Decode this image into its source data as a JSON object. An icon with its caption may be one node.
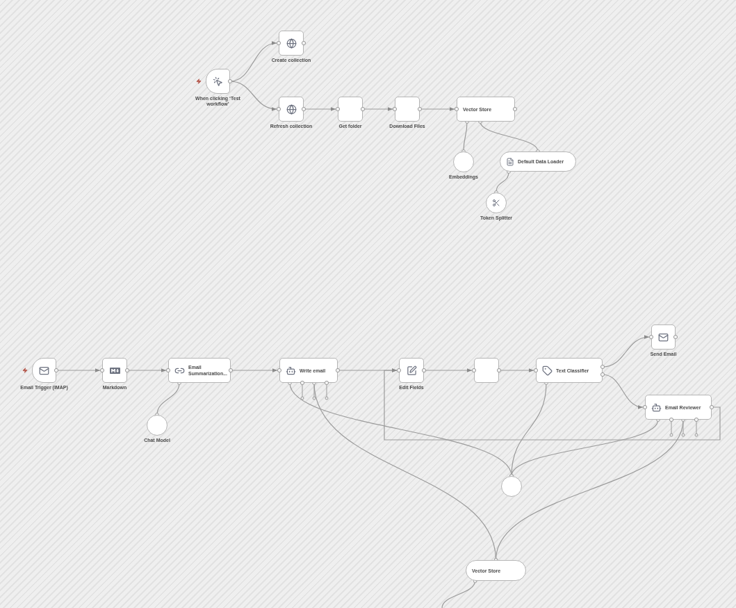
{
  "diagram": {
    "nodes": [
      {
        "text": [
          "When clicking ‘Test workflow’"
        ]
      },
      {
        "text": [
          "Create collection"
        ]
      },
      {
        "text": [
          "Refresh collection"
        ]
      },
      {
        "text": [
          "Get folder"
        ]
      },
      {
        "text": [
          "Download Files"
        ]
      },
      {
        "text": [
          "Vector Store"
        ]
      },
      {
        "text": [
          "Embeddings"
        ]
      },
      {
        "text": [
          "Default Data Loader"
        ]
      },
      {
        "text": [
          "Token Splitter"
        ]
      },
      {
        "text": [
          "Email Trigger (IMAP)"
        ]
      },
      {
        "text": [
          "Markdown"
        ]
      },
      {
        "text": [
          "Email Summarization..."
        ]
      },
      {
        "text": [
          "Chat Model"
        ]
      },
      {
        "text": [
          "Write email"
        ]
      },
      {
        "text": [
          "Edit Fields"
        ]
      },
      {
        "text": [],
        "shape": "box"
      },
      {
        "text": [
          "Text Classifier"
        ]
      },
      {
        "text": [
          "Send Email"
        ]
      },
      {
        "text": [
          "Email Reviewer"
        ]
      },
      {
        "text": [],
        "shape": "circle"
      },
      {
        "text": [
          "Vector Store"
        ]
      }
    ],
    "edges": [
      {
        "from": 0,
        "to": 1,
        "arrow": "to"
      },
      {
        "from": 0,
        "to": 2,
        "arrow": "to"
      },
      {
        "from": 2,
        "to": 3,
        "arrow": "to"
      },
      {
        "from": 3,
        "to": 4,
        "arrow": "to"
      },
      {
        "from": 4,
        "to": 5,
        "arrow": "to"
      },
      {
        "from": 6,
        "to": 5,
        "arrow": "other"
      },
      {
        "from": 7,
        "to": 5,
        "arrow": "other"
      },
      {
        "from": 8,
        "to": 7,
        "arrow": "other"
      },
      {
        "from": 9,
        "to": 10,
        "arrow": "to"
      },
      {
        "from": 10,
        "to": 11,
        "arrow": "to"
      },
      {
        "from": 11,
        "to": 13,
        "arrow": "to"
      },
      {
        "from": 13,
        "to": 14,
        "arrow": "to"
      },
      {
        "from": 14,
        "to": 15,
        "arrow": "to"
      },
      {
        "from": 15,
        "to": 16,
        "arrow": "to"
      },
      {
        "from": 16,
        "to": 17,
        "arrow": "to"
      },
      {
        "from": 16,
        "to": 18,
        "arrow": "to"
      },
      {
        "from": 18,
        "to": 14,
        "arrow": "to"
      },
      {
        "from": 12,
        "to": 11,
        "arrow": "other"
      },
      {
        "from": 19,
        "to": 13,
        "arrow": "other"
      },
      {
        "from": 19,
        "to": 16,
        "arrow": "other"
      },
      {
        "from": 19,
        "to": 18,
        "arrow": "other"
      },
      {
        "from": 20,
        "to": 13,
        "arrow": "other"
      },
      {
        "from": 20,
        "to": 18,
        "arrow": "other"
      },
      {
        "from": null,
        "to": 20,
        "arrow": "other"
      }
    ]
  }
}
